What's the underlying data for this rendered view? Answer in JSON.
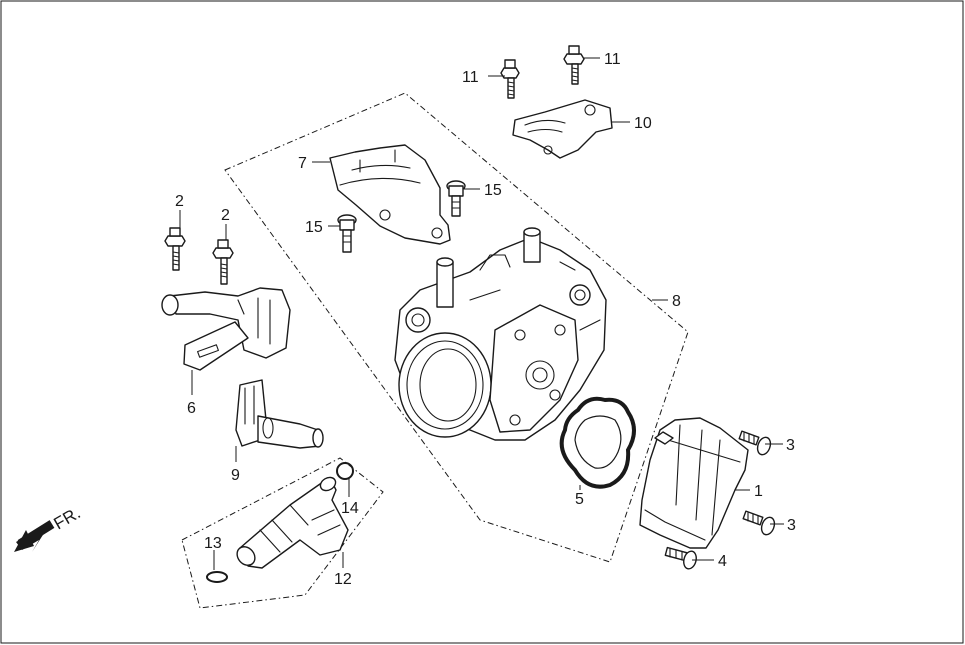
{
  "callouts": {
    "c1": "1",
    "c2a": "2",
    "c2b": "2",
    "c3a": "3",
    "c3b": "3",
    "c4": "4",
    "c5": "5",
    "c6": "6",
    "c7": "7",
    "c8": "8",
    "c9": "9",
    "c10": "10",
    "c11a": "11",
    "c11b": "11",
    "c12": "12",
    "c13": "13",
    "c14": "14",
    "c15a": "15",
    "c15b": "15"
  },
  "direction_label": "FR.",
  "icons": {
    "front_arrow": "arrow-left-down-icon"
  }
}
